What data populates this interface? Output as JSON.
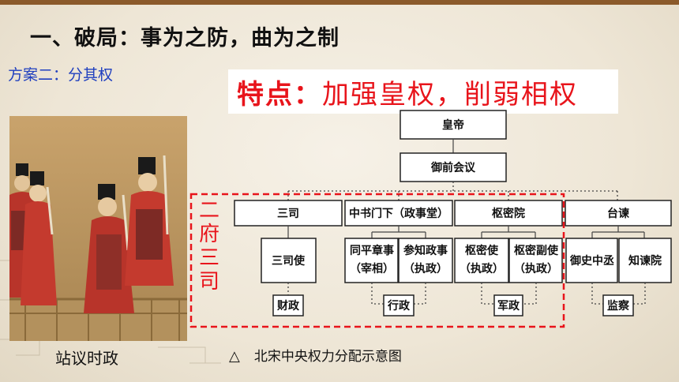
{
  "title": "一、破局：事为之防，曲为之制",
  "subtitle": "方案二：分其权",
  "feature": {
    "label": "特点：",
    "text": "加强皇权，削弱相权"
  },
  "painting_caption": "站议时政",
  "diagram": {
    "caption": "北宋中央权力分配示意图",
    "caption_marker": "△",
    "group_label": "二府三司",
    "emperor": "皇帝",
    "council": "御前会议",
    "departments": [
      "三司",
      "中书门下（政事堂）",
      "枢密院",
      "台谏"
    ],
    "officials": [
      [
        "三司使"
      ],
      [
        "同平章事",
        "（宰相）"
      ],
      [
        "参知政事",
        "（执政）"
      ],
      [
        "枢密使",
        "（执政）"
      ],
      [
        "枢密副使",
        "（执政）"
      ],
      [
        "御史中丞"
      ],
      [
        "知谏院"
      ]
    ],
    "functions": [
      "财政",
      "行政",
      "军政",
      "监察"
    ]
  },
  "colors": {
    "accent_red": "#e8141b",
    "subtitle_blue": "#1f3fbf",
    "official_robe": "#b8342a"
  }
}
